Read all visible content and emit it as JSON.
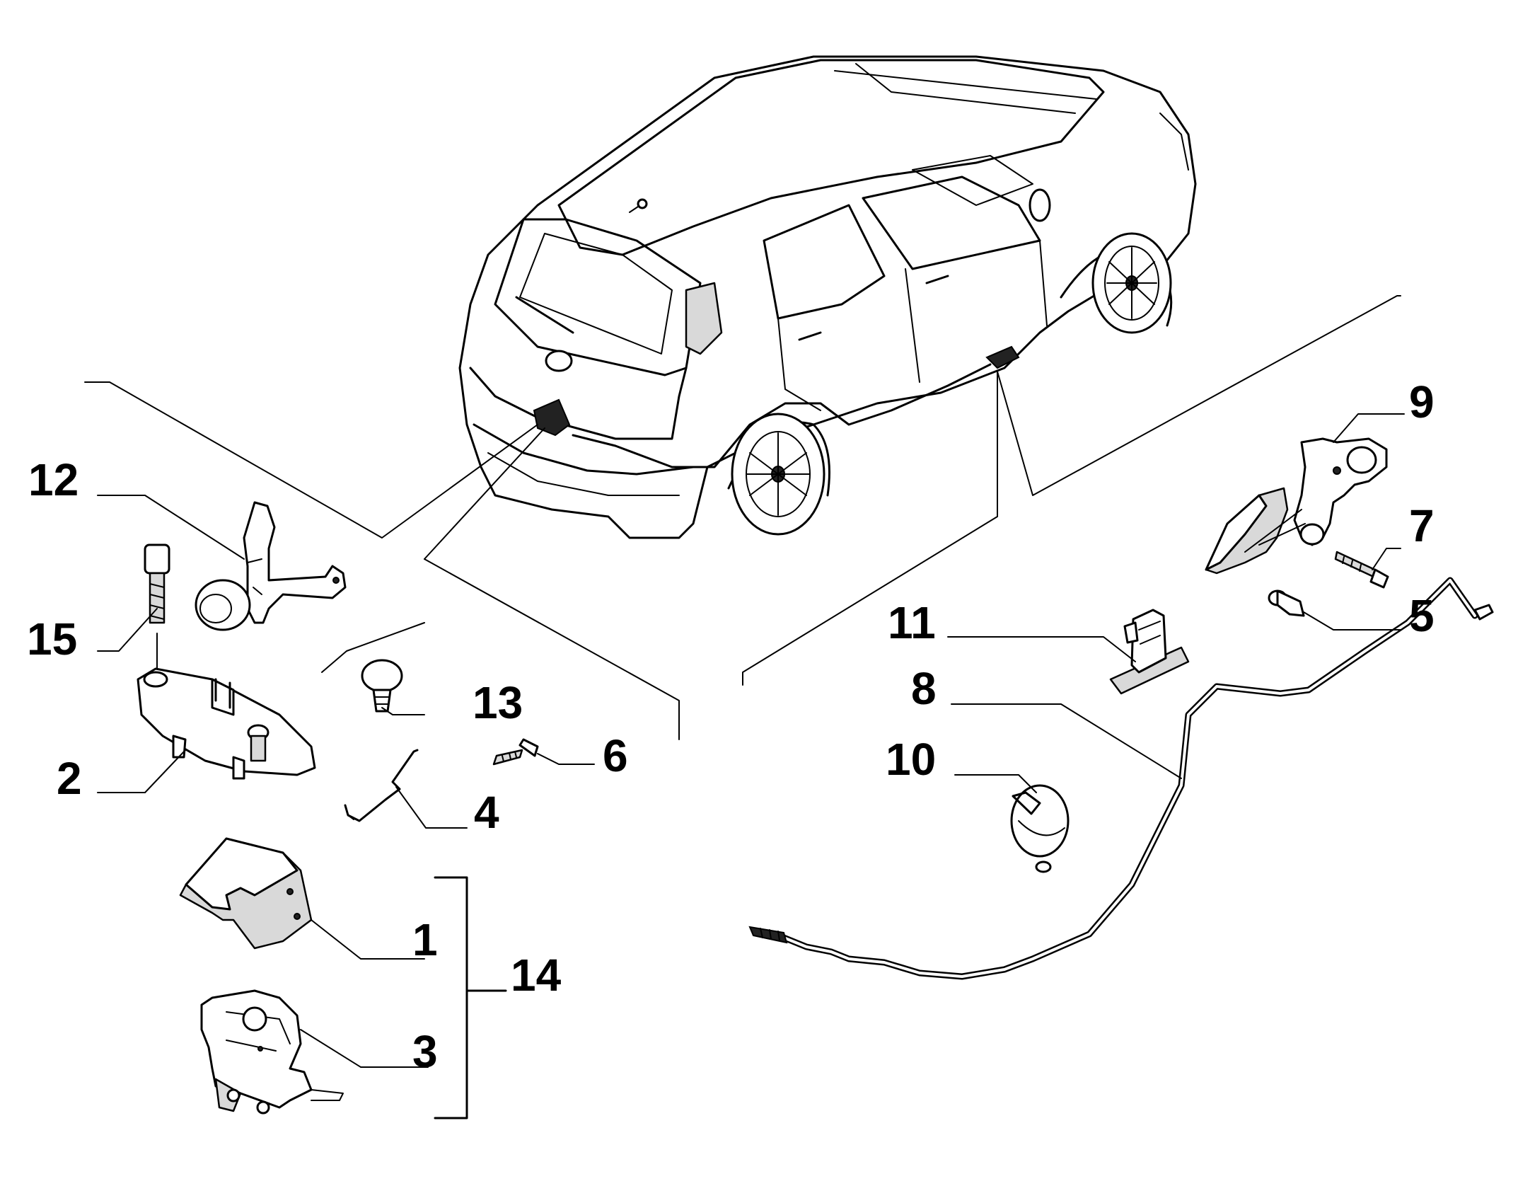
{
  "callouts": {
    "c1": "1",
    "c2": "2",
    "c3": "3",
    "c4": "4",
    "c5": "5",
    "c6": "6",
    "c7": "7",
    "c8": "8",
    "c9": "9",
    "c10": "10",
    "c11": "11",
    "c12": "12",
    "c13": "13",
    "c14": "14",
    "c15": "15"
  },
  "icons": {
    "car": "car-illustration",
    "lock": "tailgate-lock-icon",
    "release": "release-lever-icon"
  },
  "colors": {
    "ink": "#000000",
    "paper": "#ffffff",
    "tone": "#d9d9d9"
  }
}
